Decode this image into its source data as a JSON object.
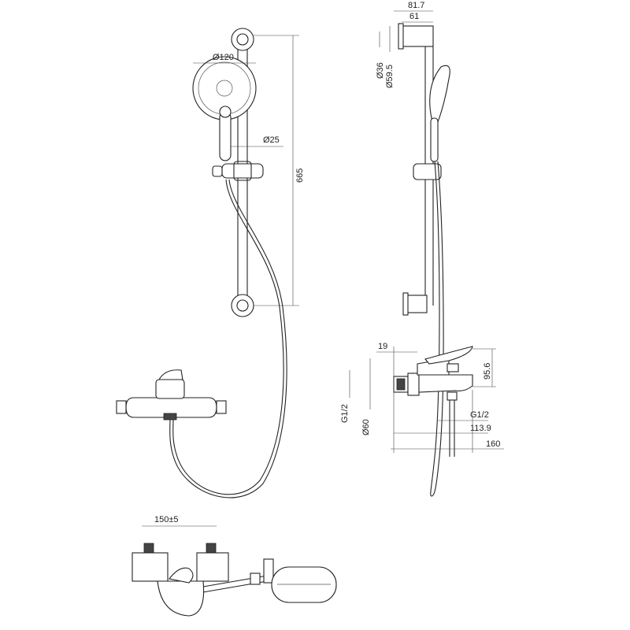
{
  "dimensions": {
    "front": {
      "head_diameter": "Ø120",
      "handle_diameter": "Ø25",
      "rail_length": "665"
    },
    "side": {
      "bracket_depth_total": "81.7",
      "bracket_depth": "61",
      "bracket_inner_diameter": "Ø36",
      "bracket_outer_diameter": "Ø59.5"
    },
    "mixer_side": {
      "wall_offset": "19",
      "height": "95.6",
      "inlet_thread": "G1/2",
      "flange_diameter": "Ø60",
      "outlet_thread": "G1/2",
      "outlet_reach": "113.9",
      "spout_reach": "160"
    },
    "top": {
      "centers": "150±5"
    }
  },
  "colors": {
    "line": "#222222",
    "dimension": "#444444"
  }
}
